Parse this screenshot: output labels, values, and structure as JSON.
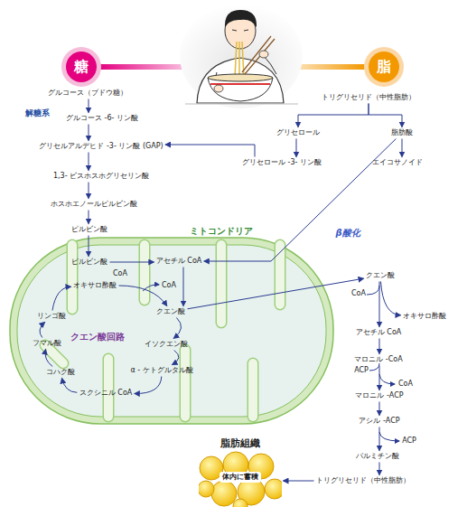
{
  "diagram": {
    "nodes": [
      {
        "text": [
          "糖"
        ]
      },
      {
        "text": [
          "脂"
        ]
      },
      {
        "text": [
          "グルコース（ブドウ糖）"
        ]
      },
      {
        "text": [
          "グルコース -6- リン酸"
        ]
      },
      {
        "text": [
          "グリセルアルデヒド -3- リン酸 (GAP)"
        ]
      },
      {
        "text": [
          "1,3- ビスホスホグリセリン酸"
        ]
      },
      {
        "text": [
          "ホスホエノールピルビン酸"
        ]
      },
      {
        "text": [
          "ピルビン酸"
        ]
      },
      {
        "text": [
          "トリグリセリド（中性脂肪）"
        ]
      },
      {
        "text": [
          "グリセロール"
        ]
      },
      {
        "text": [
          "脂肪酸"
        ]
      },
      {
        "text": [
          "グリセロール -3- リン酸"
        ]
      },
      {
        "text": [
          "エイコサノイド"
        ]
      },
      {
        "text": [
          "ミトコンドリア"
        ]
      },
      {
        "text": [
          "ピルビン酸"
        ],
        "in": 13
      },
      {
        "text": [
          "アセチル CoA"
        ],
        "in": 13
      },
      {
        "text": [
          "オキサロ酢酸"
        ],
        "in": 13
      },
      {
        "text": [
          "クエン酸"
        ],
        "in": 13
      },
      {
        "text": [
          "イソクエン酸"
        ],
        "in": 13
      },
      {
        "text": [
          "α - ケトグルタル酸"
        ],
        "in": 13
      },
      {
        "text": [
          "スクシニル CoA"
        ],
        "in": 13
      },
      {
        "text": [
          "コハク酸"
        ],
        "in": 13
      },
      {
        "text": [
          "フマル酸"
        ],
        "in": 13
      },
      {
        "text": [
          "リンゴ酸"
        ],
        "in": 13
      },
      {
        "text": [
          "クエン酸"
        ]
      },
      {
        "text": [
          "オキサロ酢酸"
        ]
      },
      {
        "text": [
          "アセチル CoA"
        ]
      },
      {
        "text": [
          "マロニル -CoA"
        ]
      },
      {
        "text": [
          "マロニル -ACP"
        ]
      },
      {
        "text": [
          "アシル -ACP"
        ]
      },
      {
        "text": [
          "パルミチン酸"
        ]
      },
      {
        "text": [
          "トリグリセリド（中性脂肪）"
        ]
      },
      {
        "text": [
          "脂肪組織",
          "体内に蓄積"
        ]
      }
    ],
    "edges": [
      {
        "from": 2,
        "to": 3,
        "arrow": "to"
      },
      {
        "from": 3,
        "to": 4,
        "arrow": "to"
      },
      {
        "from": 4,
        "to": 5,
        "arrow": "to"
      },
      {
        "from": 5,
        "to": 6,
        "arrow": "to"
      },
      {
        "from": 6,
        "to": 7,
        "arrow": "to"
      },
      {
        "from": 7,
        "to": 14,
        "arrow": "to"
      },
      {
        "from": 8,
        "to": 9,
        "arrow": "to"
      },
      {
        "from": 8,
        "to": 10,
        "arrow": "to"
      },
      {
        "from": 9,
        "to": 11,
        "arrow": "to"
      },
      {
        "from": 10,
        "to": 12,
        "arrow": "to"
      },
      {
        "from": 11,
        "to": 4,
        "arrow": "to"
      },
      {
        "from": 10,
        "to": 15,
        "label": "β酸化",
        "arrow": "to"
      },
      {
        "from": 14,
        "to": 15,
        "label": "CoA",
        "arrow": "to"
      },
      {
        "from": 15,
        "to": 17,
        "arrow": "to"
      },
      {
        "from": 16,
        "to": 17,
        "arrow": "to"
      },
      {
        "from": 17,
        "to": 18,
        "arrow": "to"
      },
      {
        "from": 18,
        "to": 19,
        "arrow": "to"
      },
      {
        "from": 19,
        "to": 20,
        "arrow": "to"
      },
      {
        "from": 20,
        "to": 21,
        "arrow": "to"
      },
      {
        "from": 21,
        "to": 22,
        "arrow": "to"
      },
      {
        "from": 22,
        "to": 23,
        "arrow": "to"
      },
      {
        "from": 23,
        "to": 16,
        "arrow": "to"
      },
      {
        "from": 17,
        "to": 24,
        "arrow": "to"
      },
      {
        "from": 24,
        "to": 25,
        "arrow": "to"
      },
      {
        "from": 24,
        "to": 26,
        "arrow": "to"
      },
      {
        "from": 26,
        "to": 27,
        "arrow": "to"
      },
      {
        "from": 27,
        "to": 28,
        "arrow": "to"
      },
      {
        "from": 28,
        "to": 29,
        "arrow": "to"
      },
      {
        "from": 29,
        "to": 30,
        "arrow": "to"
      },
      {
        "from": 30,
        "to": 31,
        "arrow": "to"
      },
      {
        "from": 31,
        "to": 32,
        "arrow": "to"
      }
    ],
    "labels": [
      "解糖系",
      "クエン酸回路",
      "CoA",
      "CoA",
      "ACP",
      "CoA",
      "ACP"
    ]
  }
}
